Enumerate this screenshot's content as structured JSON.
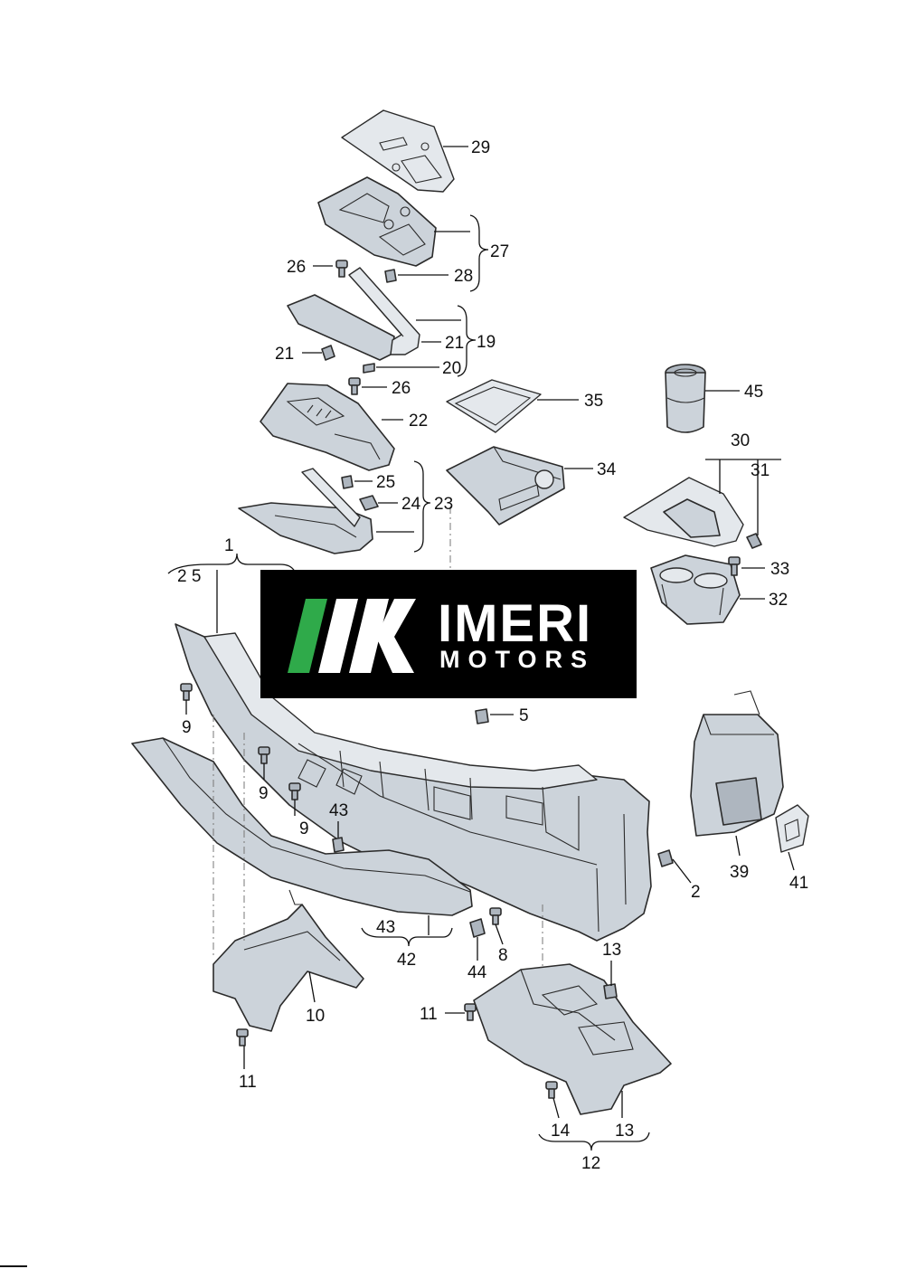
{
  "logo": {
    "name": "IMERI",
    "subtitle": "MOTORS",
    "stripe_colors": [
      "#2faa4a",
      "#ffffff",
      "#ffffff",
      "#ffffff"
    ]
  },
  "callouts": {
    "c29": "29",
    "c27": "27",
    "c26a": "26",
    "c28": "28",
    "c19": "19",
    "c21a": "21",
    "c21b": "21",
    "c20": "20",
    "c26b": "26",
    "c35": "35",
    "c45": "45",
    "c22": "22",
    "c34": "34",
    "c30": "30",
    "c31": "31",
    "c25": "25",
    "c24": "24",
    "c23": "23",
    "c1": "1",
    "c2_5": "2 5",
    "c33": "33",
    "c32": "32",
    "c5": "5",
    "c9a": "9",
    "c9b": "9",
    "c9c": "9",
    "c43a": "43",
    "c39": "39",
    "c41": "41",
    "c2": "2",
    "c43b": "43",
    "c42": "42",
    "c8": "8",
    "c44": "44",
    "c10": "10",
    "c13a": "13",
    "c11a": "11",
    "c11b": "11",
    "c14": "14",
    "c13b": "13",
    "c12": "12"
  }
}
